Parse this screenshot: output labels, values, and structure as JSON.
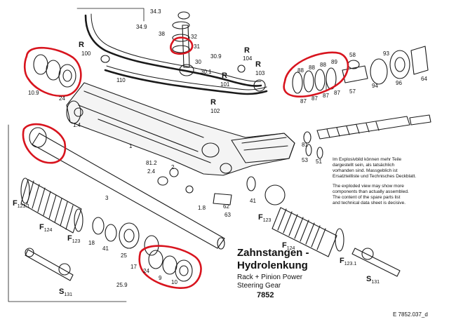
{
  "title_line1": "Zahnstangen -",
  "title_line2": "Hydrolenkung",
  "subtitle_line1": "Rack + Pinion Power",
  "subtitle_line2": "Steering Gear",
  "model_code": "7852",
  "figure_ref": "E 7852.037_d",
  "note_de": [
    "Im Explosivbild können mehr Teile",
    "dargestellt sein, als tatsächlich",
    "vorhanden sind. Massgeblich ist",
    "Ersatzteilliste und Technisches Deckblatt."
  ],
  "note_en": [
    "The exploded view may show more",
    "components than actually assembled.",
    "The content of the spare parts list",
    "and technical data sheet is decisive."
  ],
  "labels": {
    "n34_3": "34.3",
    "n34_9": "34.9",
    "n38": "38",
    "n32": "32",
    "n31": "31",
    "n30": "30",
    "n30_9": "30.9",
    "n30_1": "30.1",
    "r100": "100",
    "r101": "101",
    "r102": "102",
    "r103": "103",
    "r104": "104",
    "n110": "110",
    "n10_9": "10.9",
    "n24a": "24",
    "n1_4": "1.4",
    "n1": "1",
    "n81_2": "81.2",
    "n2_4": "2.4",
    "n2": "2",
    "n1_8": "1.8",
    "n62": "62",
    "n63": "63",
    "n41a": "41",
    "n3": "3",
    "n18": "18",
    "n41b": "41",
    "n25": "25",
    "n17": "17",
    "n24b": "24",
    "n9": "9",
    "n10": "10",
    "n25_9": "25.9",
    "n88a": "88",
    "n88b": "88",
    "n88c": "88",
    "n89": "89",
    "n87a": "87",
    "n87b": "87",
    "n87c": "87",
    "n87d": "87",
    "n58": "58",
    "n93": "93",
    "n57": "57",
    "n94": "94",
    "n96": "96",
    "n64": "64",
    "n81": "81",
    "n53": "53",
    "n51": "51",
    "letter_r": "R",
    "letter_s": "S",
    "letter_f": "F",
    "f123_1": "123.1",
    "f124": "124",
    "f123": "123",
    "s131": "131"
  },
  "colors": {
    "highlight": "#d8141e",
    "line": "#1a1a1a",
    "fill_light": "#f4f4f4"
  }
}
